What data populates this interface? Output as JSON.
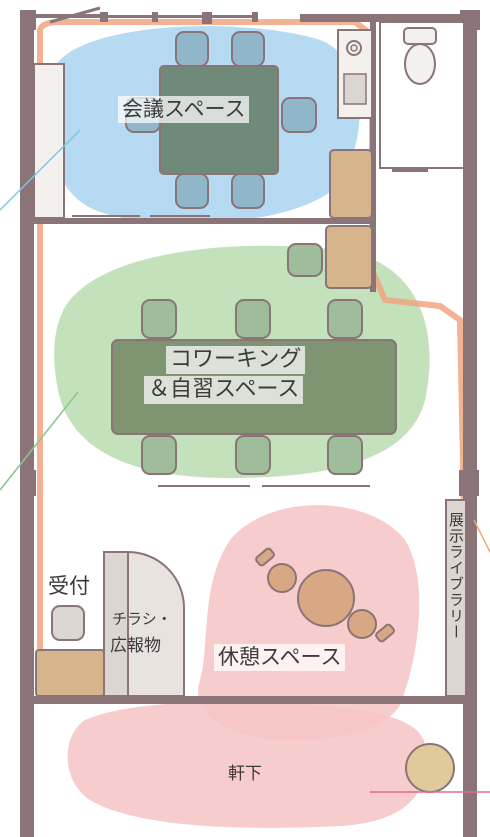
{
  "zones": {
    "meeting": {
      "label": "会議スペース",
      "color": "#a9d3ee"
    },
    "coworking": {
      "label_line1": "コワーキング",
      "label_line2": "＆自習スペース",
      "color": "#b9ddb0"
    },
    "lounge": {
      "label": "休憩スペース",
      "color": "#f6c6c6"
    },
    "eaves": {
      "label": "軒下",
      "color": "#f6c6c6"
    }
  },
  "rooms": {
    "reception": {
      "label": "受付"
    },
    "flyers": {
      "label_line1": "チラシ・",
      "label_line2": "広報物"
    },
    "library": {
      "label": "展示ライブラリー"
    }
  },
  "colors": {
    "wall": "#8a7477",
    "table": "#7f9470",
    "meeting_table": "#6f8a78",
    "chair_meeting": "#8fb7c9",
    "chair_cowork": "#9fbd9b",
    "wood": "#d6b58d",
    "circulation": "#f0a580"
  }
}
